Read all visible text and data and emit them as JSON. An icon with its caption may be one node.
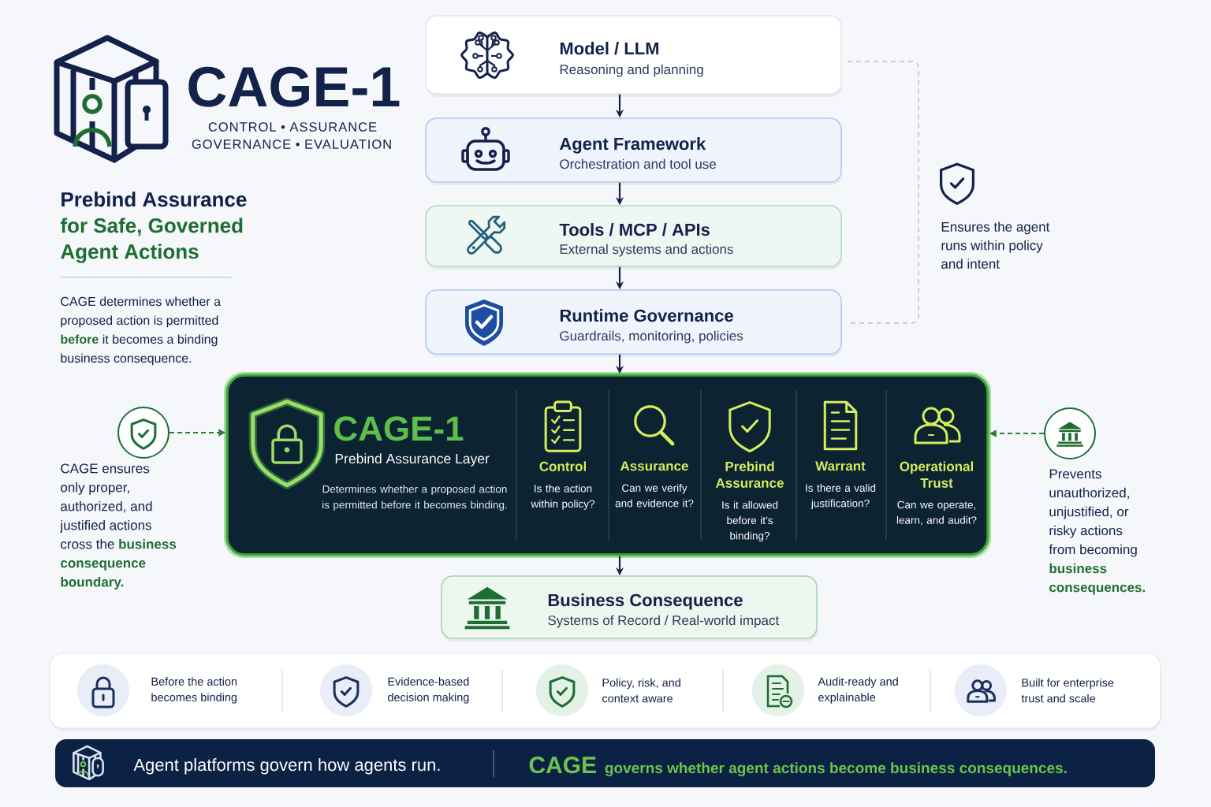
{
  "diagram": {
    "title": "CAGE-1",
    "nodes": [
      {
        "text": [
          "Model / LLM",
          "Reasoning and planning"
        ]
      },
      {
        "text": [
          "Agent Framework",
          "Orchestration and tool use"
        ]
      },
      {
        "text": [
          "Tools / MCP / APIs",
          "External systems and actions"
        ]
      },
      {
        "text": [
          "Runtime Governance",
          "Guardrails, monitoring, policies"
        ]
      },
      {
        "text": [
          "CAGE-1",
          "Prebind Assurance Layer",
          "Determines whether a proposed action is permitted before it becomes binding."
        ]
      },
      {
        "text": [
          "Control",
          "Is the action within policy?"
        ],
        "in": 4
      },
      {
        "text": [
          "Assurance",
          "Can we verify and evidence it?"
        ],
        "in": 4
      },
      {
        "text": [
          "Prebind Assurance",
          "Is it allowed before it’s binding?"
        ],
        "in": 4
      },
      {
        "text": [
          "Warrant",
          "Is there a valid justification?"
        ],
        "in": 4
      },
      {
        "text": [
          "Operational Trust",
          "Can we operate, learn, and audit?"
        ],
        "in": 4
      },
      {
        "text": [
          "Business Consequence",
          "Systems of Record / Real-world impact"
        ]
      },
      {
        "text": [],
        "shape": "circle",
        "beside": [
          "CAGE ensures only proper, authorized, and justified actions cross the **business consequence boundary.**"
        ]
      },
      {
        "text": [],
        "shape": "circle",
        "beside": [
          "Prevents unauthorized, unjustified, or risky actions from becoming **business consequences.**"
        ]
      }
    ],
    "edges": [
      {
        "from": 0,
        "to": 1,
        "arrow": "to"
      },
      {
        "from": 1,
        "to": 2,
        "arrow": "to"
      },
      {
        "from": 2,
        "to": 3,
        "arrow": "to"
      },
      {
        "from": 3,
        "to": 4,
        "arrow": "to"
      },
      {
        "from": 4,
        "to": 10,
        "arrow": "to"
      },
      {
        "from": 11,
        "to": 4,
        "arrow": "to",
        "style": "dashed",
        "color": "#2e7d32"
      },
      {
        "from": 12,
        "to": 4,
        "arrow": "to",
        "style": "dashed",
        "color": "#2e7d32"
      }
    ],
    "labels": [
      "CONTROL • ASSURANCE",
      "GOVERNANCE • EVALUATION",
      "Prebind Assurance",
      "for Safe, Governed Agent Actions",
      "CAGE determines whether a proposed action is permitted **before** it becomes a binding business consequence.",
      "Ensures the agent runs within policy and intent",
      "Before the action becomes binding",
      "Evidence-based decision making",
      "Policy, risk, and context aware",
      "Audit-ready and explainable",
      "Built for enterprise trust and scale",
      "Agent platforms govern how agents run.",
      "CAGE",
      "governs whether agent actions become business consequences."
    ]
  }
}
